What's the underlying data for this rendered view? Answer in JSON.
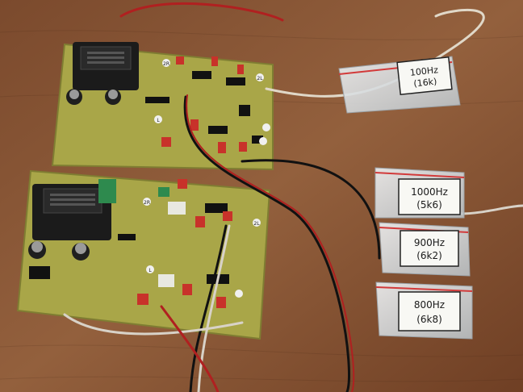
{
  "colors": {
    "table": "#8a5634",
    "table_dark": "#5e3620",
    "pcb": "#a8a64a",
    "pcb_edge": "#8c8a3a",
    "transformer": "#1c1c1c",
    "bag": "#d8dde0",
    "zip_red": "#d23a3a",
    "capacitor_red": "#c8322a"
  },
  "boards": [
    {
      "transformer_label": "",
      "corner_labels": [
        "2R",
        "2L",
        "L"
      ]
    },
    {
      "transformer_label": "",
      "corner_labels": [
        "2R",
        "2L",
        "L"
      ]
    }
  ],
  "bags": [
    {
      "line1": "100Hz",
      "line2": "(16k)"
    },
    {
      "line1": "1000Hz",
      "line2": "(5k6)"
    },
    {
      "line1": "900Hz",
      "line2": "(6k2)"
    },
    {
      "line1": "800Hz",
      "line2": "(6k8)"
    }
  ]
}
